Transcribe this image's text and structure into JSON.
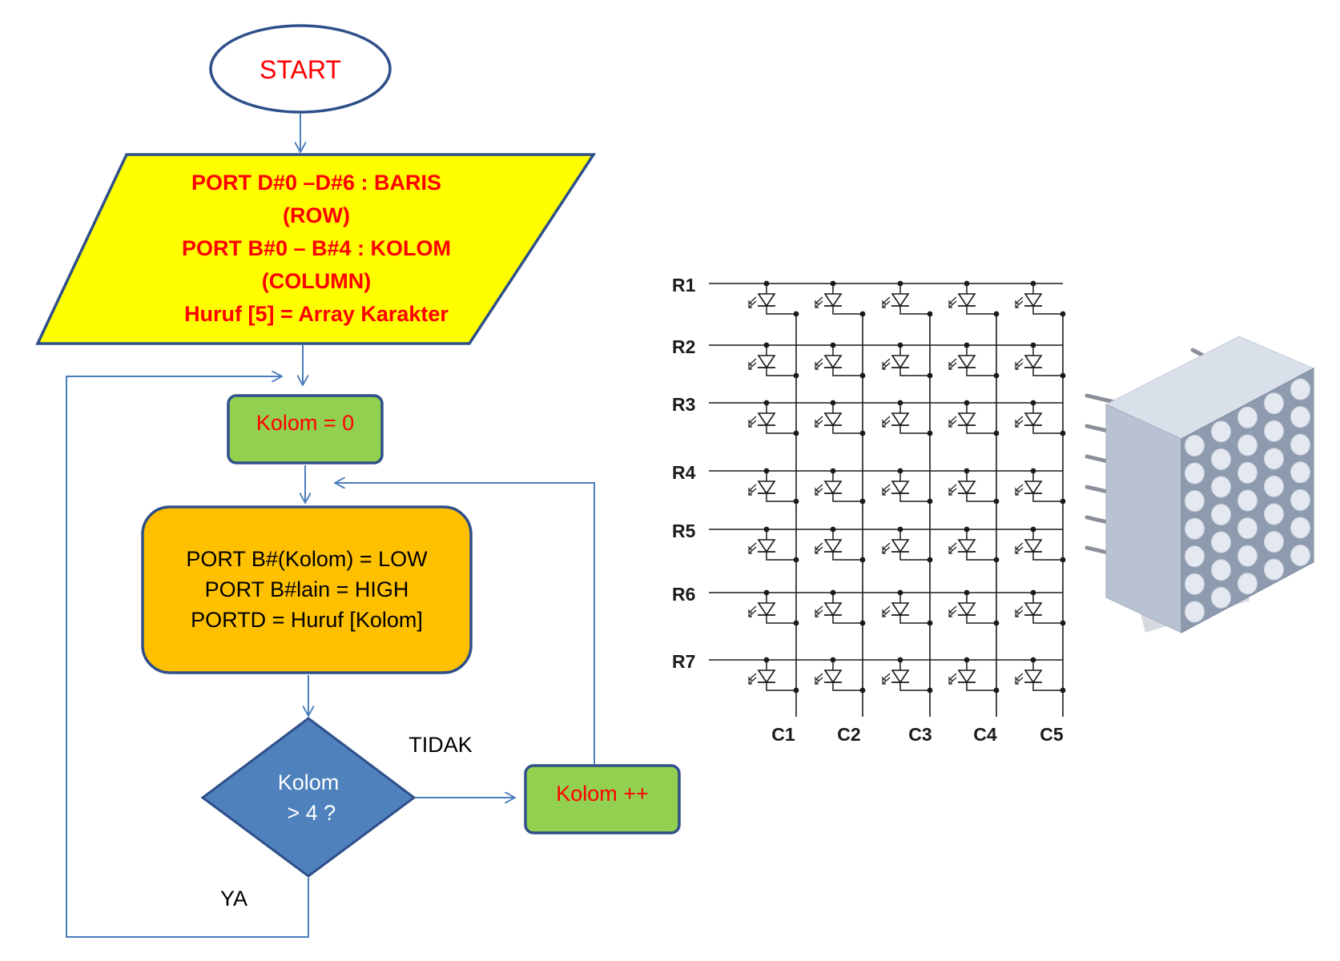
{
  "flowchart": {
    "start": {
      "label": "START",
      "text_color": "#ff0000",
      "fill": "#ffffff",
      "border": "#2e4f8a"
    },
    "init": {
      "lines": [
        "PORT D#0 –D#6  : BARIS",
        "(ROW)",
        "PORT B#0 – B#4 :  KOLOM",
        "(COLUMN)",
        "Huruf [5] = Array Karakter"
      ],
      "text_color": "#ff0000",
      "fill": "#ffff00",
      "border": "#2e4f8a"
    },
    "kolom_zero": {
      "label": "Kolom = 0",
      "text_color": "#ff0000",
      "fill": "#92d050",
      "border": "#2e4f8a"
    },
    "process": {
      "lines": [
        "PORT B#(Kolom) = LOW",
        "PORT B#lain = HIGH",
        "PORTD = Huruf [Kolom]"
      ],
      "text_color": "#000000",
      "fill": "#ffc000",
      "border": "#2e4f8a"
    },
    "decision": {
      "lines": [
        "Kolom",
        " > 4 ?"
      ],
      "text_color": "#ffffff",
      "fill": "#4f81bd",
      "border": "#2e4f8a"
    },
    "increment": {
      "label": "Kolom ++",
      "text_color": "#ff0000",
      "fill": "#92d050",
      "border": "#2e4f8a"
    },
    "label_no": "TIDAK",
    "label_yes": "YA",
    "connector_color": "#4a7ebb"
  },
  "schematic": {
    "rows": [
      "R1",
      "R2",
      "R3",
      "R4",
      "R5",
      "R6",
      "R7"
    ],
    "columns": [
      "C1",
      "C2",
      "C3",
      "C4",
      "C5"
    ],
    "line_color": "#1a1a1a"
  },
  "module": {
    "grid_rows": 7,
    "grid_cols": 5,
    "pin_count": 6,
    "colors": {
      "face": "#8e9aae",
      "dot": "#e4e9f1",
      "side": "#b8c2d2",
      "top": "#d9e0ea"
    }
  }
}
